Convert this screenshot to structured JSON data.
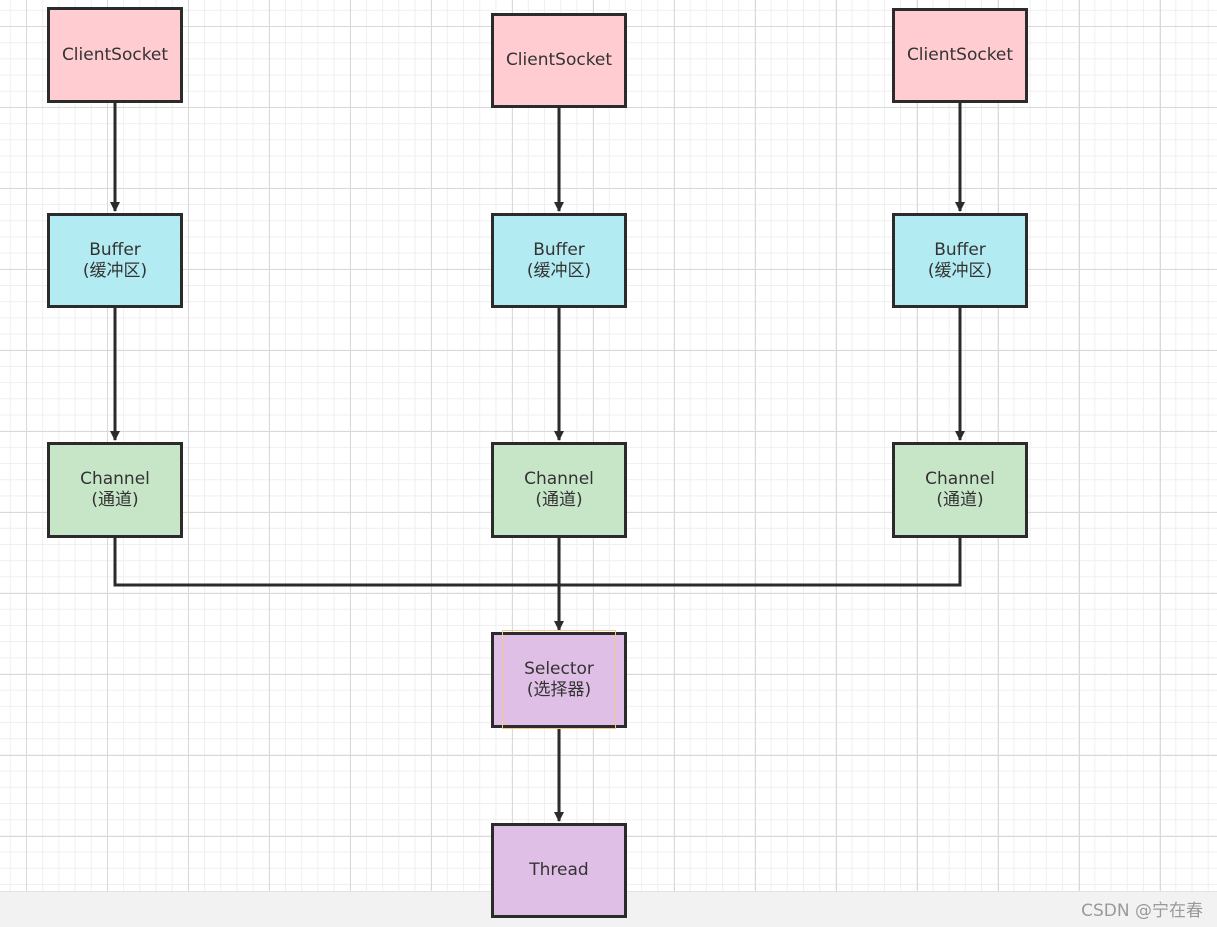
{
  "colors": {
    "client": "#ffccd1",
    "buffer": "#b3ebf2",
    "channel": "#c7e6c8",
    "selector": "#e0bfe6",
    "thread": "#e0bfe6",
    "stroke": "#2b2b2b"
  },
  "nodes": {
    "client1": {
      "line1": "ClientSocket"
    },
    "client2": {
      "line1": "ClientSocket"
    },
    "client3": {
      "line1": "ClientSocket"
    },
    "buffer1": {
      "line1": "Buffer",
      "line2": "(缓冲区)"
    },
    "buffer2": {
      "line1": "Buffer",
      "line2": "(缓冲区)"
    },
    "buffer3": {
      "line1": "Buffer",
      "line2": "(缓冲区)"
    },
    "channel1": {
      "line1": "Channel",
      "line2": "(通道)"
    },
    "channel2": {
      "line1": "Channel",
      "line2": "(通道)"
    },
    "channel3": {
      "line1": "Channel",
      "line2": "(通道)"
    },
    "selector": {
      "line1": "Selector",
      "line2": "(选择器)"
    },
    "thread": {
      "line1": "Thread"
    }
  },
  "edges": [
    {
      "from": "client1",
      "to": "buffer1"
    },
    {
      "from": "client2",
      "to": "buffer2"
    },
    {
      "from": "client3",
      "to": "buffer3"
    },
    {
      "from": "buffer1",
      "to": "channel1"
    },
    {
      "from": "buffer2",
      "to": "channel2"
    },
    {
      "from": "buffer3",
      "to": "channel3"
    },
    {
      "from": "channel1",
      "to": "selector"
    },
    {
      "from": "channel2",
      "to": "selector"
    },
    {
      "from": "channel3",
      "to": "selector"
    },
    {
      "from": "selector",
      "to": "thread"
    }
  ],
  "watermark": "CSDN @宁在春"
}
